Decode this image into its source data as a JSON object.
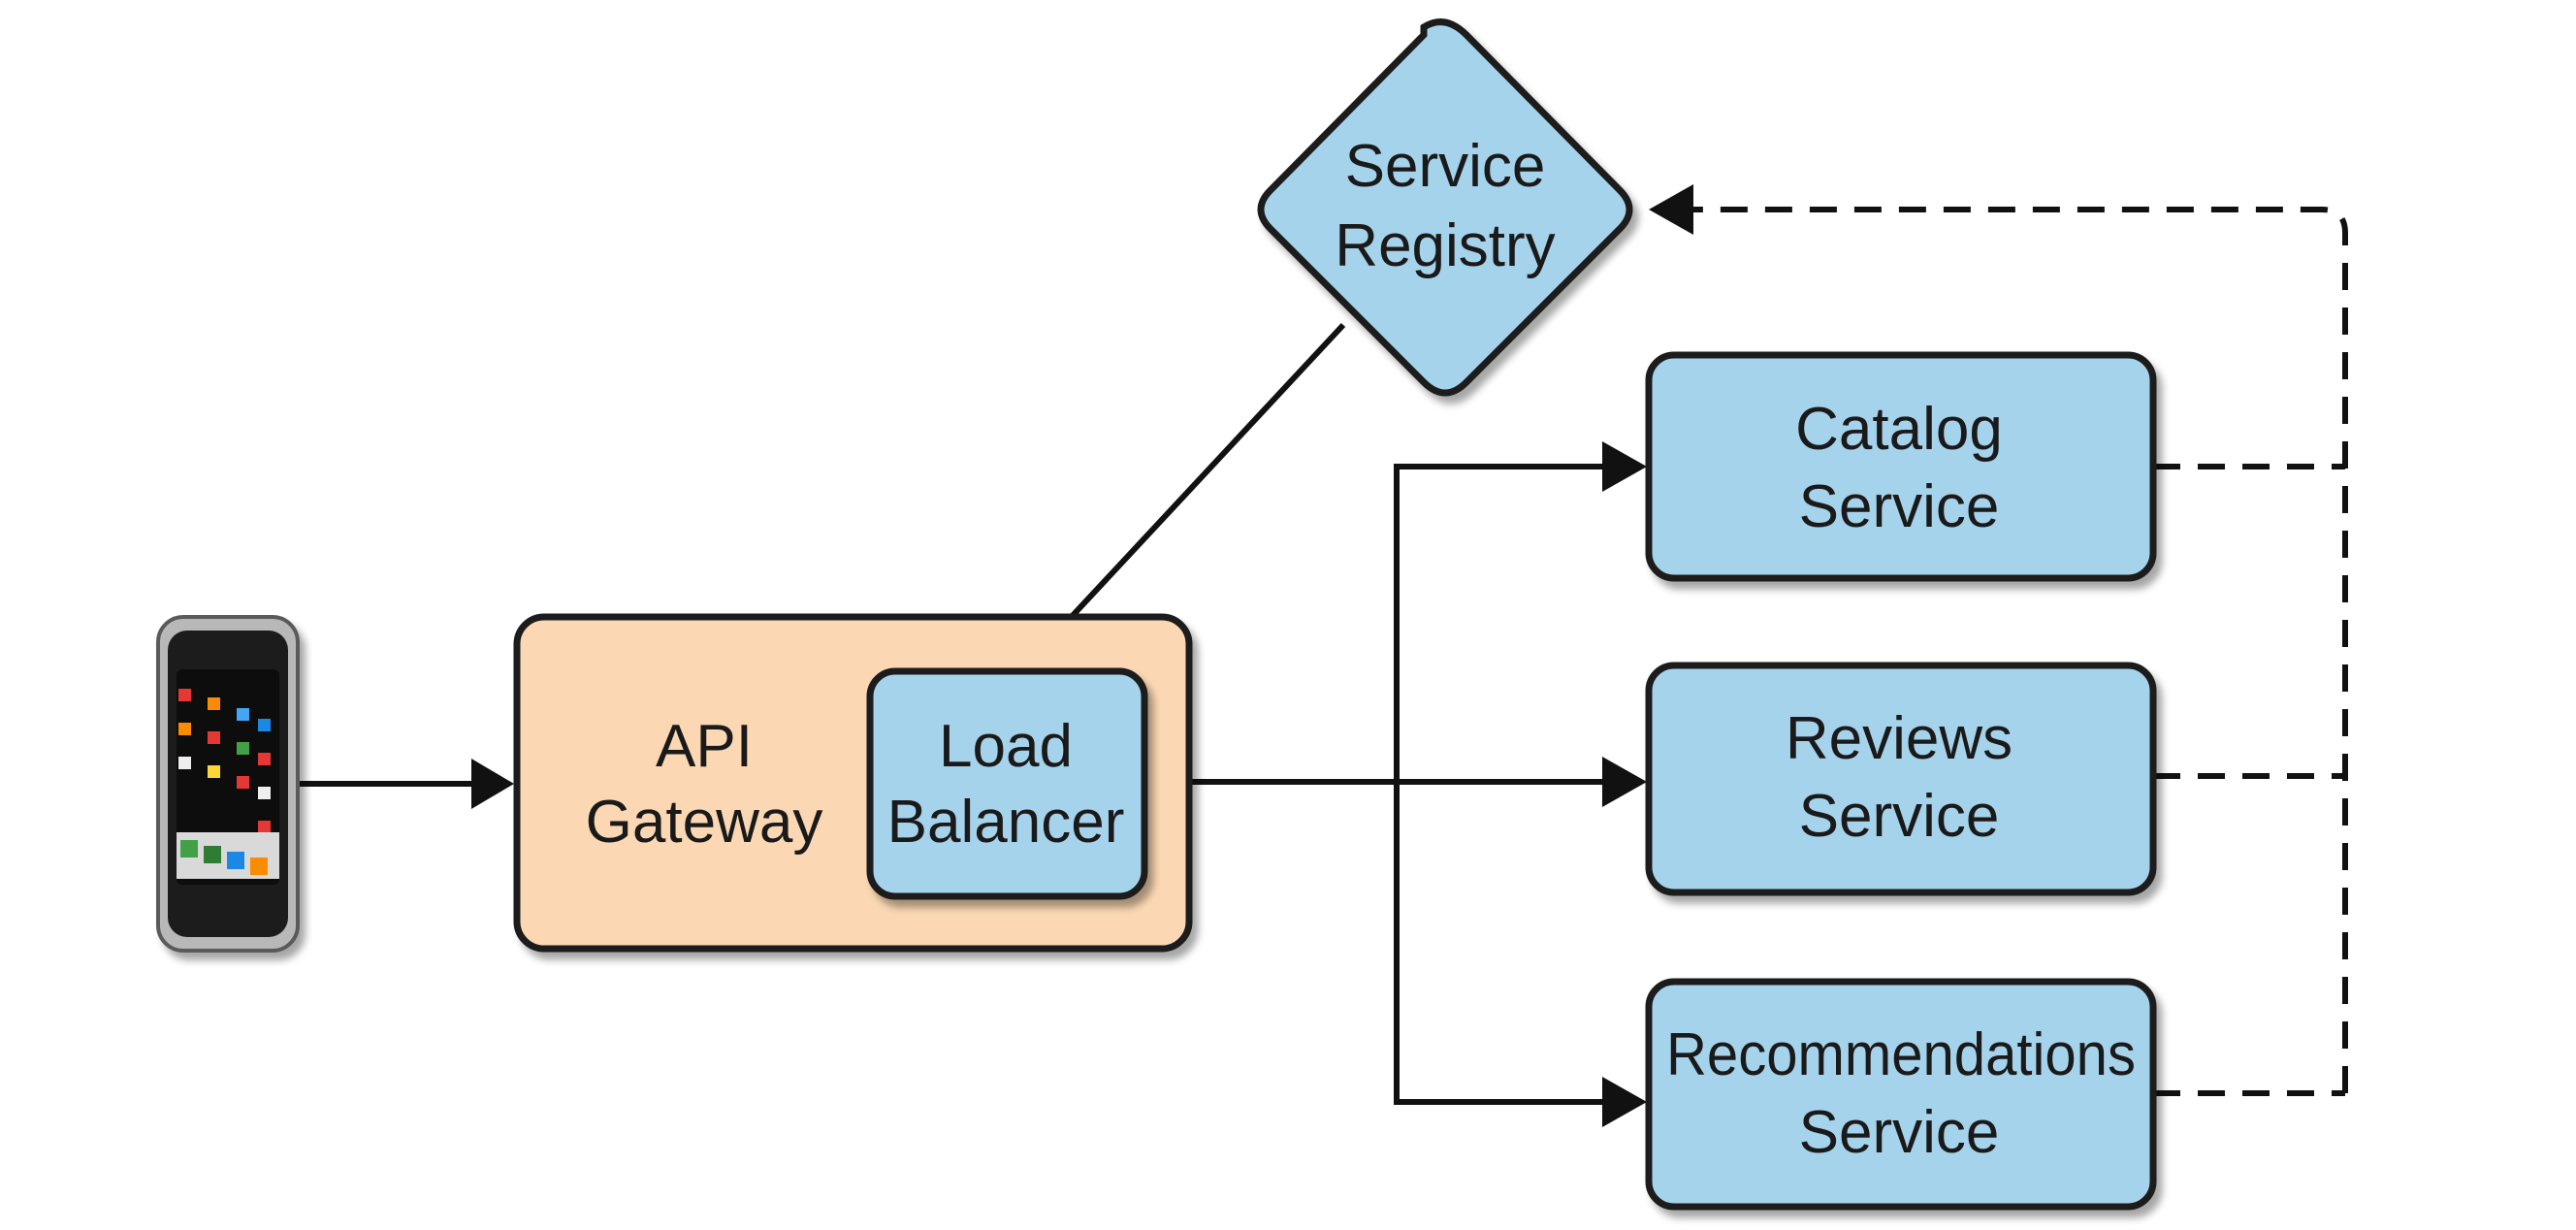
{
  "nodes": {
    "service_registry": {
      "line1": "Service",
      "line2": "Registry"
    },
    "catalog_service": {
      "line1": "Catalog",
      "line2": "Service"
    },
    "reviews_service": {
      "line1": "Reviews",
      "line2": "Service"
    },
    "recommendations_service": {
      "line1": "Recommendations",
      "line2": "Service"
    },
    "api_gateway": {
      "line1": "API",
      "line2": "Gateway"
    },
    "load_balancer": {
      "line1": "Load",
      "line2": "Balancer"
    }
  },
  "colors": {
    "service_fill": "#a6d3ec",
    "gateway_fill": "#fbd8b3",
    "outline": "#1a1a1a",
    "phone_body": "#1c1c1c",
    "phone_frame": "#b8b8b8"
  },
  "icons": {
    "client": "mobile-phone-icon"
  }
}
